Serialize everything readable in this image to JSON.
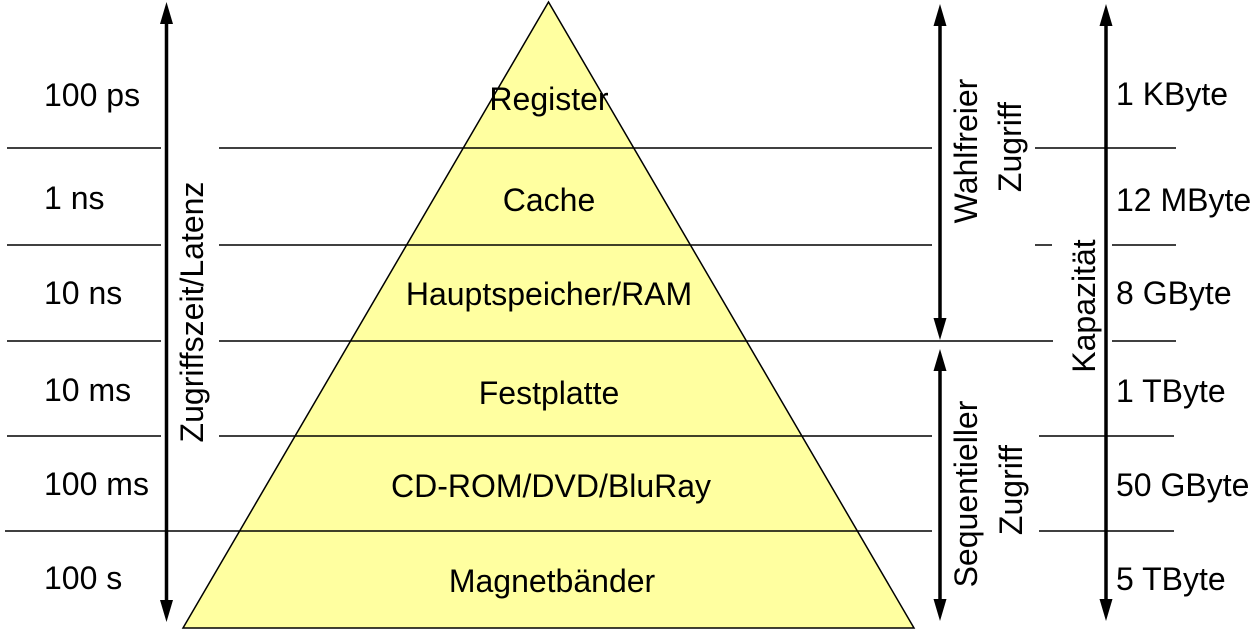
{
  "axes": {
    "latency_label": "Zugriffszeit/Latenz",
    "capacity_label": "Kapazität",
    "random_access": {
      "line1": "Wahlfreier",
      "line2": "Zugriff"
    },
    "sequential_access": {
      "line1": "Sequentieller",
      "line2": "Zugriff"
    }
  },
  "levels": [
    {
      "latency": "100 ps",
      "name": "Register",
      "capacity": "1 KByte",
      "highlighted": false
    },
    {
      "latency": "1 ns",
      "name": "Cache",
      "capacity": "12 MByte",
      "highlighted": true
    },
    {
      "latency": "10 ns",
      "name": "Hauptspeicher/RAM",
      "capacity": "8 GByte",
      "highlighted": true
    },
    {
      "latency": "10 ms",
      "name": "Festplatte",
      "capacity": "1 TByte",
      "highlighted": false
    },
    {
      "latency": "100 ms",
      "name": "CD-ROM/DVD/BluRay",
      "capacity": "50 GByte",
      "highlighted": false
    },
    {
      "latency": "100 s",
      "name": "Magnetbänder",
      "capacity": "5 TByte",
      "highlighted": false
    }
  ],
  "colors": {
    "highlight": "#2d6be8",
    "pyramid_fill": "#ffffa0",
    "line": "#000000"
  }
}
